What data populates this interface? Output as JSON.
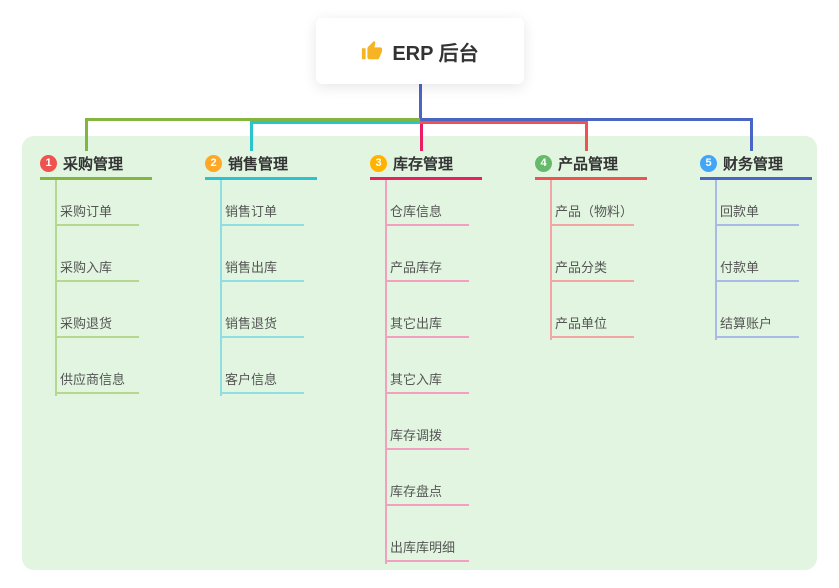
{
  "root": {
    "label": "ERP 后台",
    "icon": "thumbs-up"
  },
  "branches": [
    {
      "number": "1",
      "label": "采购管理",
      "badge_color": "#ef5350",
      "line_color": "#82b63e",
      "light_color": "#b5d78e",
      "children": [
        "采购订单",
        "采购入库",
        "采购退货",
        "供应商信息"
      ]
    },
    {
      "number": "2",
      "label": "销售管理",
      "badge_color": "#ffa726",
      "line_color": "#29c4cf",
      "light_color": "#8fdee4",
      "children": [
        "销售订单",
        "销售出库",
        "销售退货",
        "客户信息"
      ]
    },
    {
      "number": "3",
      "label": "库存管理",
      "badge_color": "#ffb300",
      "line_color": "#e91e63",
      "light_color": "#f3a0c0",
      "children": [
        "仓库信息",
        "产品库存",
        "其它出库",
        "其它入库",
        "库存调拨",
        "库存盘点",
        "出库库明细"
      ]
    },
    {
      "number": "4",
      "label": "产品管理",
      "badge_color": "#66bb6a",
      "line_color": "#ef5350",
      "light_color": "#f2a6a4",
      "children": [
        "产品（物料）",
        "产品分类",
        "产品单位"
      ]
    },
    {
      "number": "5",
      "label": "财务管理",
      "badge_color": "#42a5f5",
      "line_color": "#4a66c4",
      "light_color": "#a9b9e8",
      "children": [
        "回款单",
        "付款单",
        "结算账户"
      ]
    }
  ],
  "colors": {
    "canvas_bg": "#e1f5e0",
    "stem": "#4a66c4",
    "root_icon": "#f6b322",
    "head_text": "#333333",
    "child_text": "#555555"
  }
}
